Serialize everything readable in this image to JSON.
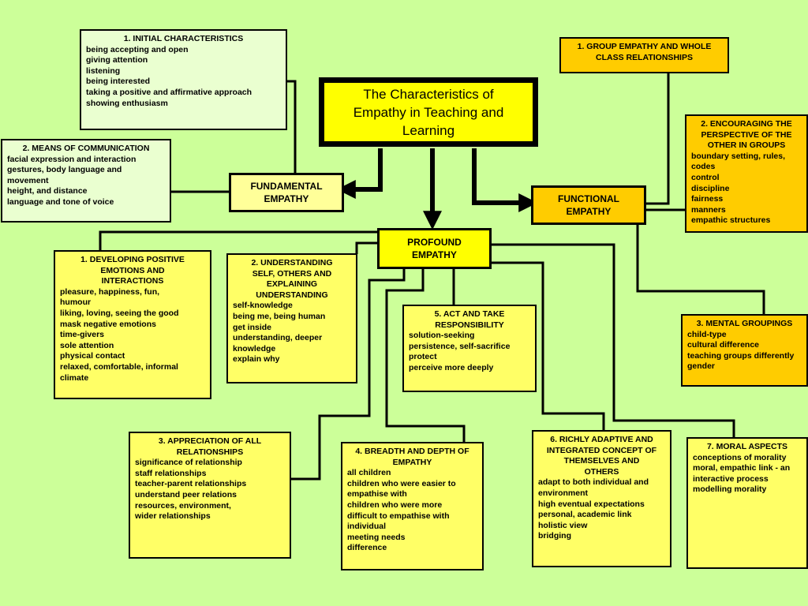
{
  "title": "The Characteristics of\nEmpathy in Teaching and\nLearning",
  "hubs": {
    "fundamental": "FUNDAMENTAL\nEMPATHY",
    "profound": "PROFOUND\nEMPATHY",
    "functional": "FUNCTIONAL\nEMPATHY"
  },
  "fundamental": {
    "initial": {
      "heading": "1. INITIAL CHARACTERISTICS",
      "items": [
        "being accepting and open",
        "giving attention",
        "listening",
        "being interested",
        "taking a positive and affirmative approach",
        "showing enthusiasm"
      ]
    },
    "communication": {
      "heading": "2. MEANS OF COMMUNICATION",
      "items": [
        "facial expression and interaction",
        "gestures, body language and\nmovement",
        "height, and distance",
        "language and tone of voice"
      ]
    }
  },
  "functional": {
    "group": {
      "heading": "1. GROUP EMPATHY AND WHOLE\nCLASS RELATIONSHIPS"
    },
    "encouraging": {
      "heading": "2. ENCOURAGING THE\nPERSPECTIVE OF THE\nOTHER IN GROUPS",
      "items": [
        "boundary setting, rules,\n codes",
        "control",
        "discipline",
        "fairness",
        "manners",
        "empathic structures"
      ]
    },
    "mental": {
      "heading": "3. MENTAL GROUPINGS",
      "items": [
        "child-type",
        "cultural difference",
        "teaching groups differently",
        "gender"
      ]
    }
  },
  "profound": {
    "developing": {
      "heading": "1. DEVELOPING POSITIVE\nEMOTIONS AND\nINTERACTIONS",
      "items": [
        "pleasure, happiness, fun,\nhumour",
        "liking, loving, seeing the good",
        "mask negative emotions",
        "time-givers",
        "sole attention",
        "physical contact",
        "relaxed, comfortable, informal\nclimate"
      ]
    },
    "understanding": {
      "heading": "2. UNDERSTANDING\nSELF, OTHERS AND\nEXPLAINING\nUNDERSTANDING",
      "items": [
        "self-knowledge",
        "being me, being human",
        "get inside\nunderstanding, deeper\nknowledge",
        "explain why"
      ]
    },
    "act": {
      "heading": "5. ACT AND TAKE\nRESPONSIBILITY",
      "items": [
        "solution-seeking",
        "persistence, self-sacrifice",
        "protect",
        "perceive more deeply"
      ]
    },
    "appreciation": {
      "heading": "3. APPRECIATION OF ALL\nRELATIONSHIPS",
      "items": [
        "significance of relationship",
        "staff relationships",
        "teacher-parent relationships",
        "understand peer relations",
        "resources, environment,\nwider relationships"
      ]
    },
    "breadth": {
      "heading": "4. BREADTH AND DEPTH OF\nEMPATHY",
      "items": [
        "all children",
        "children who were easier to\nempathise with",
        "children who were more\ndifficult to empathise with\nindividual",
        "meeting needs",
        "difference"
      ]
    },
    "adaptive": {
      "heading": "6. RICHLY ADAPTIVE AND\nINTEGRATED CONCEPT OF\nTHEMSELVES AND\nOTHERS",
      "items": [
        "adapt to both individual and\nenvironment",
        "high eventual expectations",
        "personal, academic link",
        "holistic view",
        "bridging"
      ]
    },
    "moral": {
      "heading": "7. MORAL ASPECTS",
      "items": [
        "conceptions of morality",
        "moral, empathic link - an\ninteractive process",
        "modelling morality"
      ]
    }
  }
}
